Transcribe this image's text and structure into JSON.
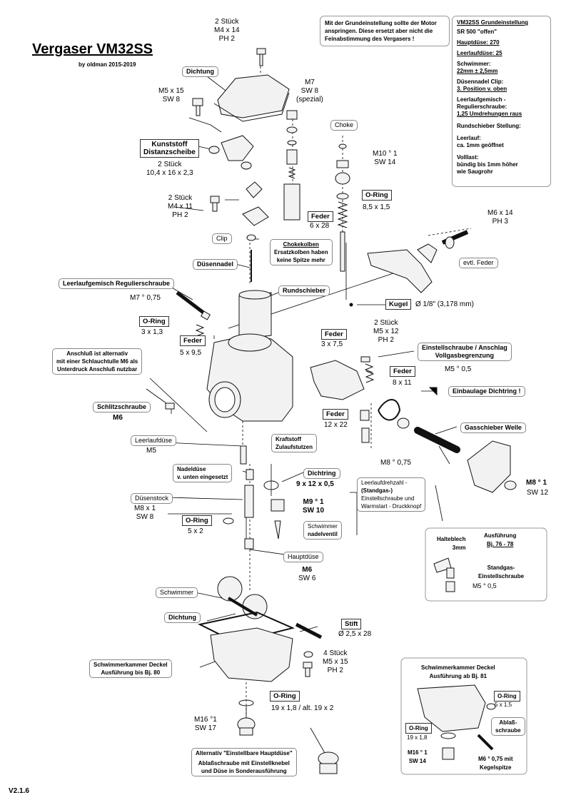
{
  "title": "Vergaser VM32SS",
  "author": "by oldman 2015-2019",
  "version": "V2.1.6",
  "note": [
    "Mit der Grundeinstellung sollte der Motor",
    "anspringen. Diese ersetzt aber nicht die",
    "Feinabstimmung des Vergasers !"
  ],
  "settings": {
    "heading": "VM32SS Grundeinstellung",
    "items": [
      "SR 500  \"offen\"",
      "Hauptdüse: 270",
      "Leerlaufdüse: 25",
      "Schwimmer:",
      "22mm ± 2,5mm",
      "Düsennadel Clip:",
      "3. Position v. oben",
      "Leerlaufgemisch -",
      "Regulierschraube:",
      "1,25 Umdrehungen raus",
      "Rundschieber Stellung:",
      "Leerlauf:",
      "ca. 1mm geöffnet",
      "Volllast:",
      "bündig bis 1mm höher",
      "wie Saugrohr"
    ]
  },
  "labels": {
    "screw_top": [
      "2 Stück",
      "M4 x 14",
      "PH 2"
    ],
    "dichtung1": "Dichtung",
    "m5x15": [
      "M5 x 15",
      "SW 8"
    ],
    "m7": [
      "M7",
      "SW 8",
      "(spezial)"
    ],
    "choke": "Choke",
    "kunststoff": [
      "Kunststoff",
      "Distanzscheibe"
    ],
    "kunststoff_sub": [
      "2 Stück",
      "10,4 x 16 x 2,3"
    ],
    "m10": [
      "M10 ° 1",
      "SW 14"
    ],
    "oring1": "O-Ring",
    "oring1_size": "8,5 x 1,5",
    "screw_m4x11": [
      "2 Stück",
      "M4 x 11",
      "PH 2"
    ],
    "feder1": "Feder",
    "feder1_size": "6 x 28",
    "m6x14": [
      "M6 x 14",
      "PH 3"
    ],
    "clip": "Clip",
    "chokekolben": "Chokekolben",
    "chokekolben_sub": [
      "Ersatzkolben haben",
      "keine Spitze mehr"
    ],
    "evtl_feder": "evtl. Feder",
    "duesennadel": "Düsennadel",
    "leerlaufgemisch": "Leerlaufgemisch Regulierschraube",
    "rundschieber": "Rundschieber",
    "m7_075": "M7 ° 0,75",
    "kugel": "Kugel",
    "kugel_size": "Ø 1/8\" (3,178 mm)",
    "oring2": "O-Ring",
    "oring2_size": "3 x 1,3",
    "feder2": "Feder",
    "feder2_size": "5 x 9,5",
    "feder3": "Feder",
    "feder3_size": "3 x 7,5",
    "screw_m5x12": [
      "2 Stück",
      "M5 x 12",
      "PH 2"
    ],
    "einstellschraube": [
      "Einstellschraube / Anschlag",
      "Vollgasbegrenzung"
    ],
    "m5_05": "M5 ° 0,5",
    "anschluss": [
      "Anschluß ist alternativ",
      "mit einer Schlauchtulle M6 als",
      "Unterdruck Anschluß nutzbar"
    ],
    "feder4": "Feder",
    "feder4_size": "8 x 11",
    "einbaulage": "Einbaulage Dichtring !",
    "schlitzschraube": "Schlitzschraube",
    "m6": "M6",
    "feder5": "Feder",
    "feder5_size": "12 x 22",
    "gasschieber": "Gasschieber Welle",
    "leerlaufduese": "Leerlaufdüse",
    "m5": "M5",
    "kraftstoff": [
      "Kraftstoff",
      "Zulaufstutzen"
    ],
    "m8_075": "M8 ° 0,75",
    "m8_1": "M8 ° 1",
    "sw12": "SW 12",
    "nadelduese": [
      "Nadeldüse",
      "v. unten eingesetzt"
    ],
    "dichtring": "Dichtring",
    "dichtring_size": "9 x 12 x 0,5",
    "leerlaufdrehzahl": [
      "Leerlaufdrehzahl -",
      "(Standgas-)",
      "Einstellschraube und",
      "Warmstart - Druckknopf"
    ],
    "duesenstock": "Düsenstock",
    "duesenstock_size": [
      "M8 x 1",
      "SW 8"
    ],
    "m9": [
      "M9 ° 1",
      "SW 10"
    ],
    "oring3": "O-Ring",
    "oring3_size": "5 x 2",
    "schwimmernadel": [
      "Schwimmer",
      "nadelventil"
    ],
    "hauptduese": "Hauptdüse",
    "m6_sw6": [
      "M6",
      "SW 6"
    ],
    "haltblech": [
      "Halteblech",
      "3mm"
    ],
    "ausfuehrung": [
      "Ausführung",
      "Bj. 76 - 78"
    ],
    "standgas": [
      "Standgas-",
      "Einstellschraube"
    ],
    "m5_05b": "M5 ° 0,5",
    "schwimmer": "Schwimmer",
    "dichtung2": "Dichtung",
    "stift": "Stift",
    "stift_size": "Ø 2,5 x 28",
    "schwimmerkammer": [
      "Schwimmerkammer Deckel",
      "Ausführung bis Bj. 80"
    ],
    "screw_m5x15b": [
      "4 Stück",
      "M5 x 15",
      "PH 2"
    ],
    "oring4": "O-Ring",
    "oring4_size": "19 x 1,8 / alt. 19 x 2",
    "m16": [
      "M16 °1",
      "SW 17"
    ],
    "alternativ": "Alternativ  \"Einstellbare Hauptdüse\"",
    "alternativ_sub": [
      "Ablaßschraube mit Einstellknebel",
      "und Düse in Sonderausführung"
    ],
    "deckel_81": [
      "Schwimmerkammer Deckel",
      "Ausführung ab Bj. 81"
    ],
    "oring5": "O-Ring",
    "oring5_size": "5 x 1,5",
    "oring6": "O-Ring",
    "oring6_size": "19 x 1,8",
    "ablass": [
      "Ablaß-",
      "schraube"
    ],
    "m16b": [
      "M16 ° 1",
      "SW 14"
    ],
    "m6_075": [
      "M6 ° 0,75 mit",
      "Kegelspitze"
    ]
  }
}
